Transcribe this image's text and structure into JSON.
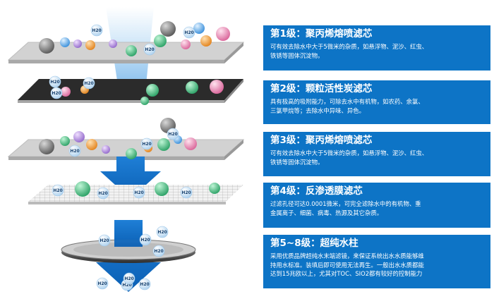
{
  "molecule_label": "H20",
  "stages": [
    {
      "title": "第1级：聚丙烯熔喷滤芯",
      "desc": [
        "可有效去除水中大于5微米的杂质，如悬浮物、泥沙、红虫、",
        "铁锈等固体沉淀物。"
      ]
    },
    {
      "title": "第2级：颗粒活性炭滤芯",
      "desc": [
        "具有极高的吸附能力，可除去水中有机物，如农药、余氯、",
        "三氯甲烷等；去除水中异味、异色。"
      ]
    },
    {
      "title": "第3级：聚丙烯熔喷滤芯",
      "desc": [
        "可有效去除水中大于5微米的杂质，如悬浮物、泥沙、红虫、",
        "铁锈等固体沉淀物。"
      ]
    },
    {
      "title": "第4级：反渗透膜滤芯",
      "desc": [
        "过滤孔径可达0.0001微米，可完全滤除水中的有机物、重",
        "金属离子、细菌、病毒、热源及其它杂质。"
      ]
    },
    {
      "title": "第5~8级：超纯水柱",
      "desc": [
        "采用优质品牌超纯水末端滤镜，来保证系统出水水质能够维",
        "持用水标准。装填后即可使用无法再生。一般出水水质都能",
        "达到15兆欧以上，尤其对TOC、SIO2都有较好的控制能力"
      ]
    }
  ],
  "colors": {
    "panel": "#0d74c6",
    "arrow": "#1f7fd6",
    "layer_gray": "#c9c9c9",
    "carbon": "#2a2a2a"
  }
}
